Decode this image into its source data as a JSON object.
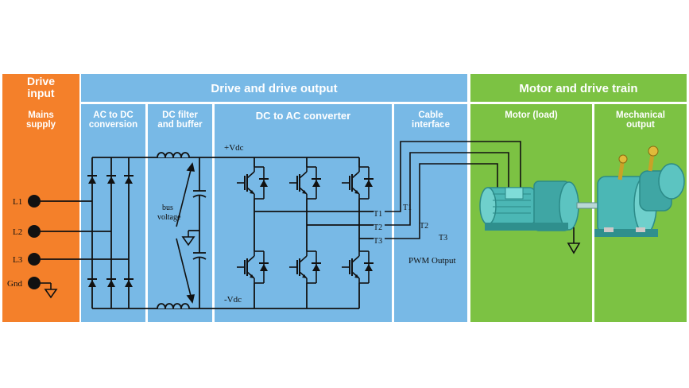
{
  "colors": {
    "orange": "#f4802a",
    "blue": "#78b9e6",
    "blue_dark": "#5aa6dc",
    "green": "#7cc243",
    "green_dark": "#6ab034",
    "motor_teal": "#4bb7b5"
  },
  "sections": {
    "drive_input": "Drive\ninput",
    "drive_output": "Drive and drive output",
    "motor_train": "Motor and drive train"
  },
  "subsections": {
    "mains_supply": "Mains\nsupply",
    "ac_dc": "AC to DC\nconversion",
    "dc_filter": "DC filter\nand buffer",
    "dc_ac": "DC to AC converter",
    "cable": "Cable\ninterface",
    "motor": "Motor (load)",
    "mechanical": "Mechanical\noutput"
  },
  "labels": {
    "l1": "L1",
    "l2": "L2",
    "l3": "L3",
    "gnd": "Gnd",
    "vdc_pos": "+Vdc",
    "vdc_neg": "-Vdc",
    "bus_voltage_1": "bus",
    "bus_voltage_2": "voltage",
    "t1_in": "T1",
    "t2_in": "T2",
    "t3_in": "T3",
    "t1_cable": "T1",
    "t2_cable": "T2",
    "t3_cable": "T3",
    "pwm_output": "PWM Output"
  },
  "icons": [
    "diode-icon",
    "inductor-icon",
    "capacitor-icon",
    "igbt-icon",
    "ground-icon",
    "motor-icon",
    "gearbox-icon"
  ]
}
